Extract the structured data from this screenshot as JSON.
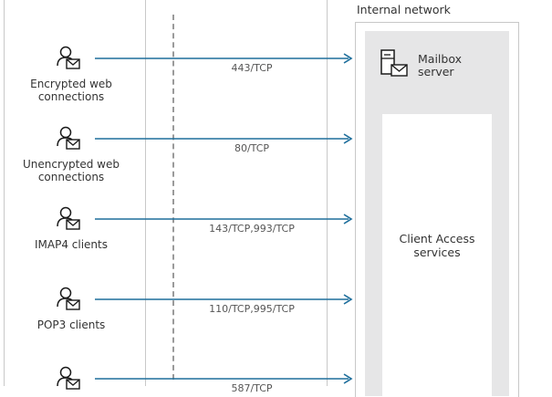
{
  "zones": {
    "internal_network_title": "Internal network"
  },
  "mailbox": {
    "label_line1": "Mailbox",
    "label_line2": "server",
    "icon": "server-mail-icon"
  },
  "client_access": {
    "label_line1": "Client Access",
    "label_line2": "services"
  },
  "connections": [
    {
      "client_line1": "Encrypted web",
      "client_line2": "connections",
      "port": "443/TCP",
      "icon": "user-mail-icon"
    },
    {
      "client_line1": "Unencrypted web",
      "client_line2": "connections",
      "port": "80/TCP",
      "icon": "user-mail-icon"
    },
    {
      "client_line1": "IMAP4 clients",
      "client_line2": "",
      "port": "143/TCP,993/TCP",
      "icon": "user-mail-icon"
    },
    {
      "client_line1": "POP3 clients",
      "client_line2": "",
      "port": "110/TCP,995/TCP",
      "icon": "user-mail-icon"
    },
    {
      "client_line1": "",
      "client_line2": "",
      "port": "587/TCP",
      "icon": "user-mail-icon"
    }
  ],
  "colors": {
    "arrow": "#1f6f9c",
    "mailbox_bg": "#e6e6e7",
    "divider": "#c8c8c8"
  }
}
